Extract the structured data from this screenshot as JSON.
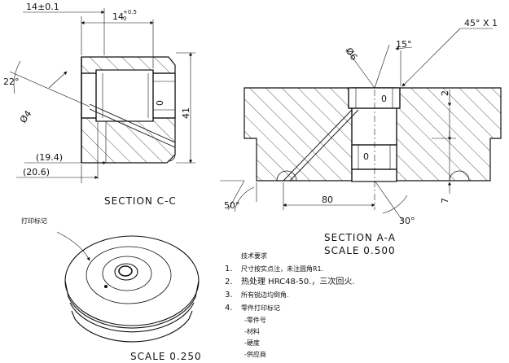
{
  "colors": {
    "line": "#111111",
    "dim_line": "#333333",
    "background": "#ffffff"
  },
  "section_cc": {
    "label": "SECTION C-C",
    "dims": {
      "top_left": "14±0.1",
      "top_right": "14",
      "top_right_tol_upper": "+0.5",
      "top_right_tol_lower": "0",
      "angle": "22°",
      "dia": "Ø4",
      "right": "41",
      "ref1": "(19.4)",
      "ref2": "(20.6)",
      "surface": "0"
    }
  },
  "section_aa": {
    "label": "SECTION A-A",
    "scale": "SCALE 0.500",
    "dims": {
      "chamfer": "45° X 1",
      "angle_top": "15°",
      "dia": "Ø6",
      "step": "2",
      "left_angle": "50°",
      "width": "80",
      "bottom_angle": "30°",
      "height": "7",
      "surface_top": "0",
      "surface_bottom": "0"
    }
  },
  "iso_view": {
    "leader_label": "打印标记",
    "scale": "SCALE 0.250"
  },
  "notes": {
    "title": "技术要求",
    "items": [
      {
        "num": "1.",
        "text": "尺寸按实点注，未注圆角R1."
      },
      {
        "num": "2.",
        "text": "热处理 HRC48-50.，三次回火."
      },
      {
        "num": "3.",
        "text": "所有锐边均倒角."
      },
      {
        "num": "4.",
        "text": "零件打印标记"
      }
    ],
    "sub_items": [
      "-零件号",
      "-材料",
      "-硬度",
      "-供应商"
    ]
  }
}
